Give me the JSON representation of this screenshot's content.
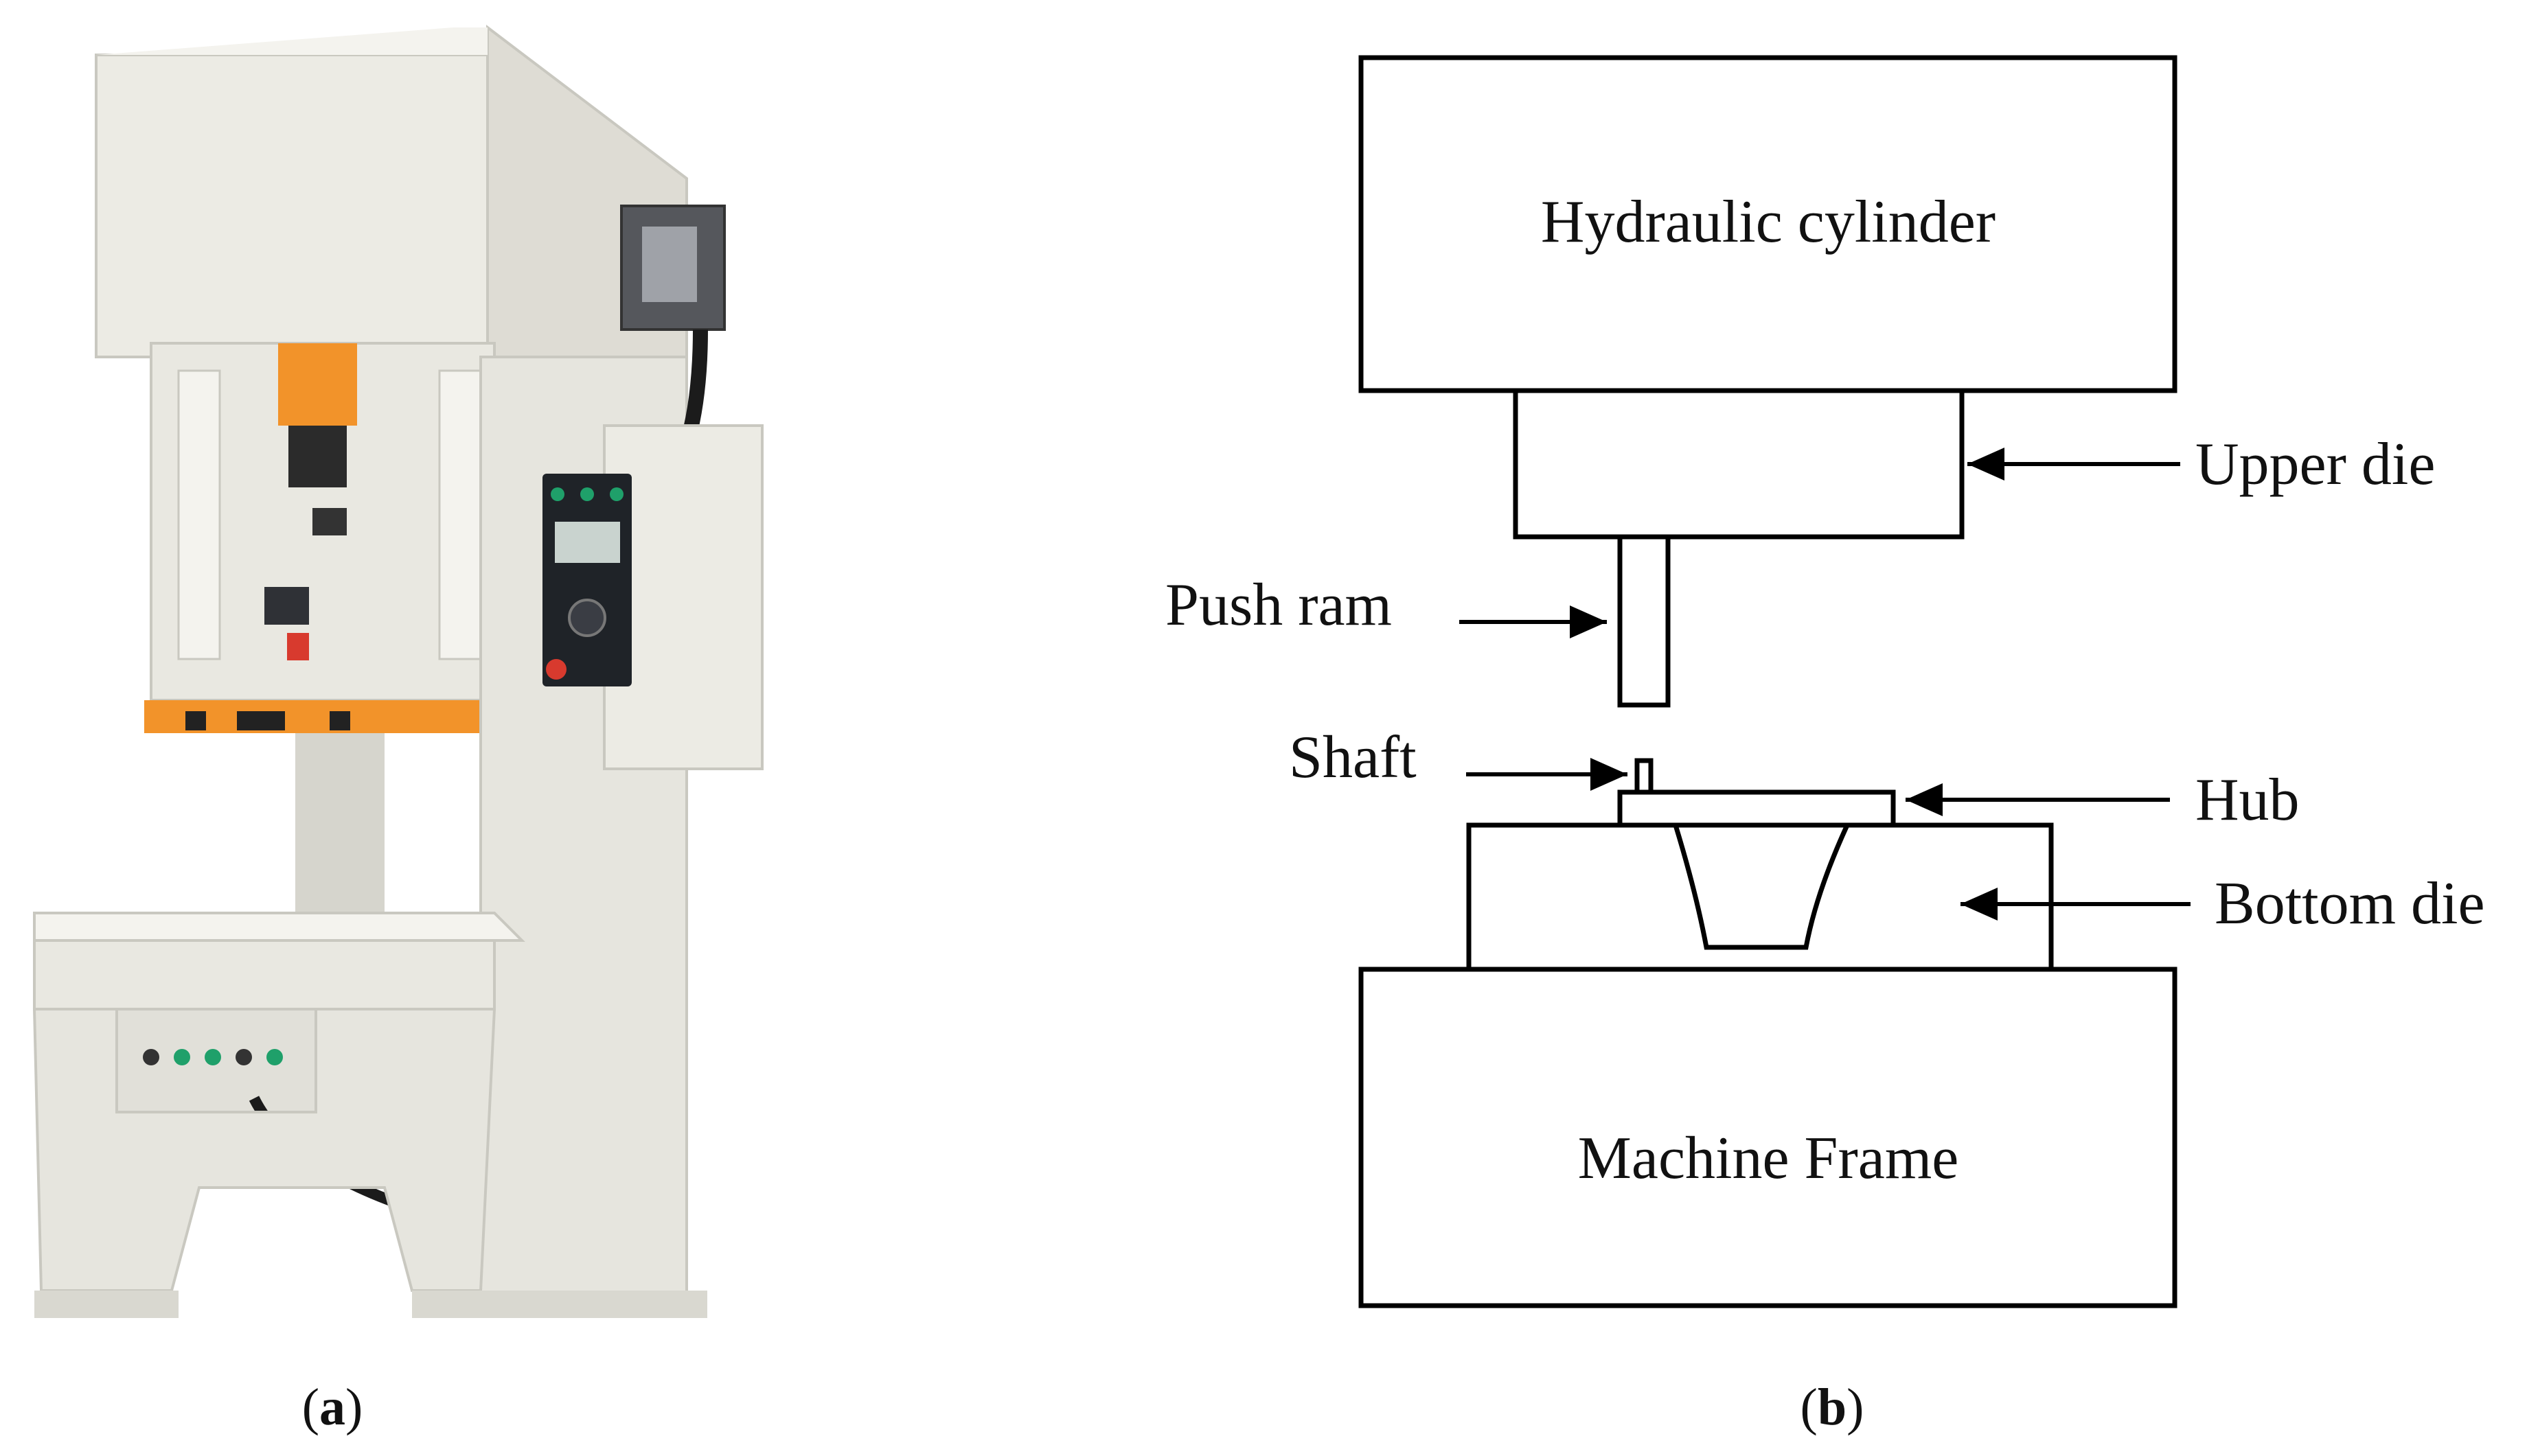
{
  "panel_a": {
    "caption_open": "(",
    "caption_letter": "a",
    "caption_close": ")",
    "colors": {
      "machine_body": "#ecebe4",
      "machine_shade": "#d6d5cd",
      "accent_orange": "#f2932a",
      "panel_dark": "#1f2328",
      "indicator_green": "#1fa06a",
      "indicator_red": "#d83a2e"
    }
  },
  "panel_b": {
    "caption_open": "(",
    "caption_letter": "b",
    "caption_close": ")",
    "components": {
      "hydraulic_cylinder": "Hydraulic cylinder",
      "upper_die": "Upper die",
      "push_ram": "Push ram",
      "shaft": "Shaft",
      "hub": "Hub",
      "bottom_die": "Bottom die",
      "machine_frame": "Machine Frame"
    }
  }
}
